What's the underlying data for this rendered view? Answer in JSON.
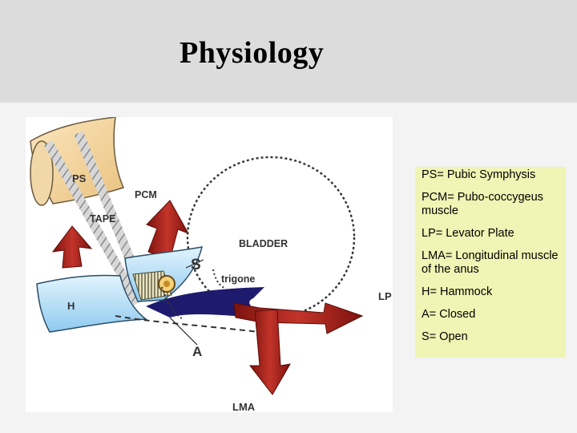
{
  "slide": {
    "title": "Physiology"
  },
  "diagram": {
    "labels": {
      "ps": "PS",
      "pcm": "PCM",
      "tape": "TAPE",
      "bladder": "BLADDER",
      "s": "S",
      "trigone": "trigone",
      "h": "H",
      "lp": "LP",
      "a": "A",
      "lma": "LMA"
    },
    "colors": {
      "bone": "#f5d9a3",
      "hammock": "#bfe4f7",
      "arrow": "#a41d16",
      "levator": "#1e1b6e"
    }
  },
  "legend": {
    "items": [
      "PS= Pubic Symphysis",
      "PCM= Pubo-coccygeus muscle",
      "LP= Levator Plate",
      "LMA= Longitudinal muscle of the anus",
      "H= Hammock",
      "A= Closed",
      "S= Open"
    ]
  }
}
